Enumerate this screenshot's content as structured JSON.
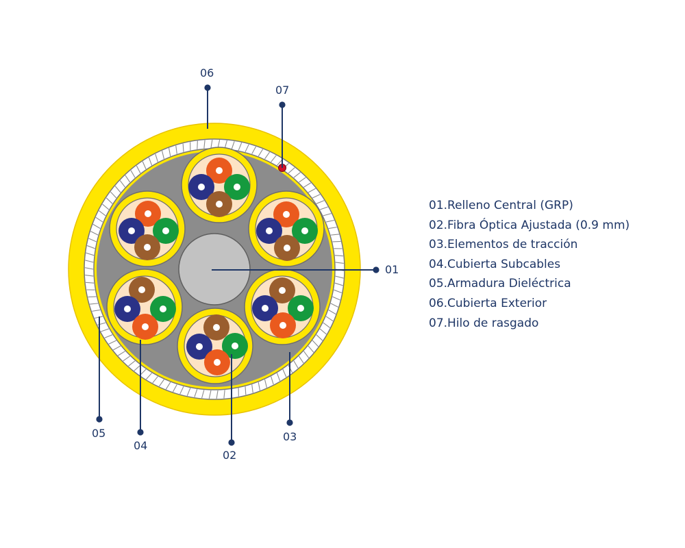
{
  "callouts": [
    {
      "id": "01",
      "label": "01"
    },
    {
      "id": "02",
      "label": "02"
    },
    {
      "id": "03",
      "label": "03"
    },
    {
      "id": "04",
      "label": "04"
    },
    {
      "id": "05",
      "label": "05"
    },
    {
      "id": "06",
      "label": "06"
    },
    {
      "id": "07",
      "label": "07"
    }
  ],
  "legend": [
    "01.Relleno Central (GRP)",
    "02.Fibra Óptica Ajustada (0.9 mm)",
    "03.Elementos de tracción",
    "04.Cubierta Subcables",
    "05.Armadura Dieléctrica",
    "06.Cubierta Exterior",
    "07.Hilo de rasgado"
  ],
  "colors": {
    "jacket": "#ffe600",
    "armor_fill": "#ffffff",
    "armor_stroke": "#8a8a8a",
    "filler": "#8c8c8c",
    "core": "#c2c2c2",
    "subcable_jacket": "#ffe600",
    "subcable_fill": "#fde3c4",
    "fiber_orange": "#ea5a1e",
    "fiber_green": "#159a3e",
    "fiber_blue": "#2a3287",
    "fiber_brown": "#9a5e2e",
    "rip_cord": "#d0112b",
    "leader": "#1e3666",
    "text": "#1e3666"
  }
}
